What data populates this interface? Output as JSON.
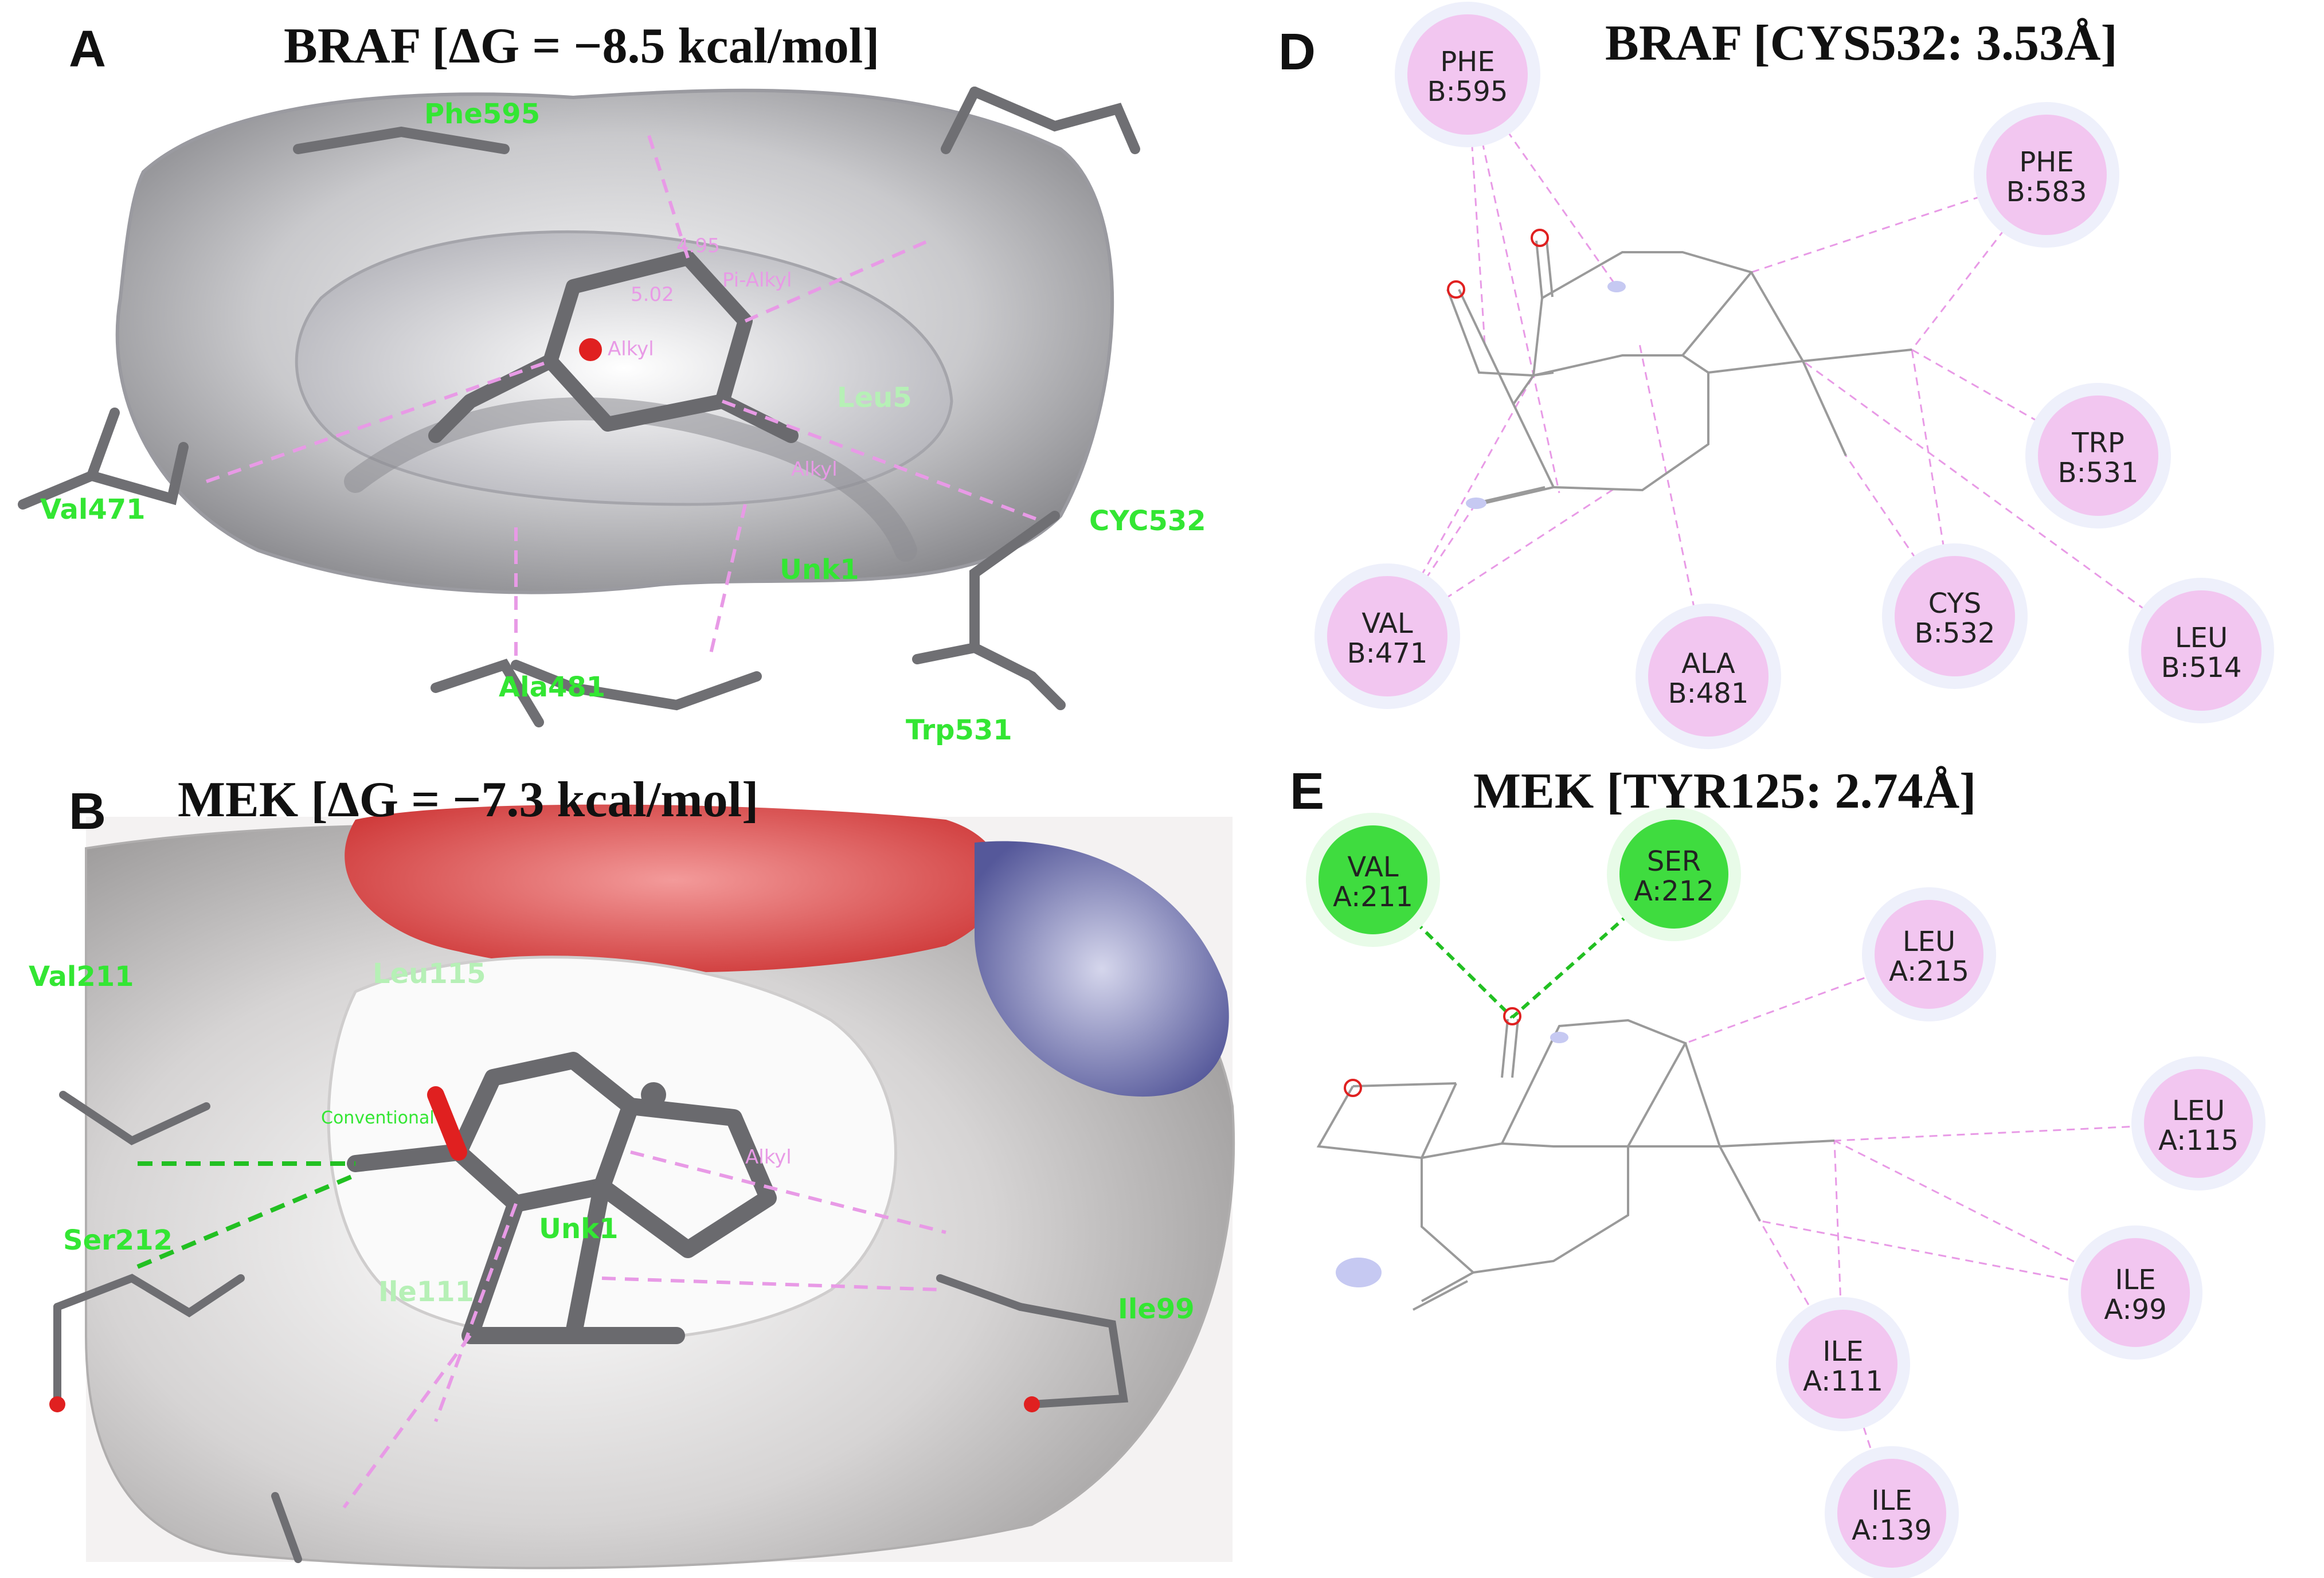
{
  "panels": {
    "A": {
      "letter": "A",
      "title": "BRAF [ΔG = −8.5 kcal/mol]",
      "labels": {
        "phe595": "Phe595",
        "val471": "Val471",
        "cyc532": "CYC532",
        "unk1": "Unk1",
        "ala481": "Ala481",
        "trp531": "Trp531",
        "leu": "Leu5",
        "alkyl1": "Alkyl",
        "alkyl2": "Pi-Alkyl",
        "alkyl3": "Alkyl",
        "dist1": "5.02",
        "dist2": "4.95"
      }
    },
    "B": {
      "letter": "B",
      "title": "MEK [ΔG = −7.3 kcal/mol]",
      "labels": {
        "val211": "Val211",
        "ser212": "Ser212",
        "unk1": "Unk1",
        "ile99": "Ile99",
        "leu115": "Leu115",
        "ile111": "Ile111",
        "alkyl": "Alkyl",
        "hbond": "Conventional"
      }
    },
    "D": {
      "letter": "D",
      "title": "BRAF [CYS532: 3.53Å]",
      "residues": [
        {
          "name": "PHE",
          "id": "B:595",
          "kind": "alkyl"
        },
        {
          "name": "PHE",
          "id": "B:583",
          "kind": "alkyl"
        },
        {
          "name": "TRP",
          "id": "B:531",
          "kind": "alkyl"
        },
        {
          "name": "VAL",
          "id": "B:471",
          "kind": "alkyl"
        },
        {
          "name": "ALA",
          "id": "B:481",
          "kind": "alkyl"
        },
        {
          "name": "CYS",
          "id": "B:532",
          "kind": "alkyl"
        },
        {
          "name": "LEU",
          "id": "B:514",
          "kind": "alkyl"
        }
      ]
    },
    "E": {
      "letter": "E",
      "title": "MEK [TYR125: 2.74Å]",
      "residues": [
        {
          "name": "VAL",
          "id": "A:211",
          "kind": "hbond"
        },
        {
          "name": "SER",
          "id": "A:212",
          "kind": "hbond"
        },
        {
          "name": "LEU",
          "id": "A:215",
          "kind": "alkyl"
        },
        {
          "name": "LEU",
          "id": "A:115",
          "kind": "alkyl"
        },
        {
          "name": "ILE",
          "id": "A:99",
          "kind": "alkyl"
        },
        {
          "name": "ILE",
          "id": "A:111",
          "kind": "alkyl"
        },
        {
          "name": "ILE",
          "id": "A:139",
          "kind": "alkyl"
        }
      ]
    }
  },
  "colors": {
    "alkyl_fill": "#f2c6f0",
    "alkyl_line": "#e89ae6",
    "hbond_fill": "#3fdc3f",
    "hbond_line": "#22c022",
    "label_green": "#33e633",
    "stick_gray": "#777777",
    "oxygen_red": "#e02020"
  }
}
